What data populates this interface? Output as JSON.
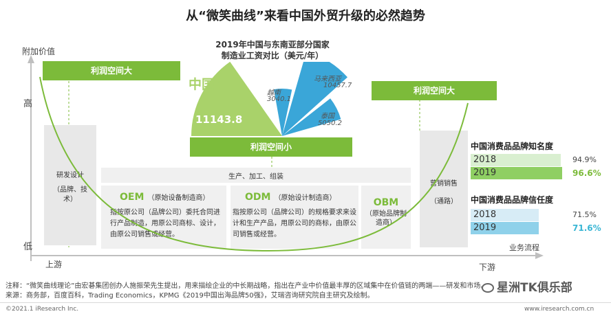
{
  "title": "从“微笑曲线”来看中国外贸升级的必然趋势",
  "axes": {
    "y_label": "附加价值",
    "high": "高",
    "low": "低",
    "upstream": "上游",
    "downstream": "下游",
    "flow": "业务流程"
  },
  "labels": {
    "profit_big_left": "利润空间大",
    "profit_big_right": "利润空间大",
    "profit_small": "利润空间小",
    "rd": "研发设计",
    "rd_sub": "（品牌、技术）",
    "marketing": "营销销售",
    "marketing_sub": "（通路）",
    "production": "生产、加工、组装"
  },
  "models": {
    "oem": {
      "name": "OEM",
      "full": "（原始设备制造商）",
      "desc": "指按原公司（品牌公司）委托合同进行产品制造，用原公司商标、设计，由原公司销售或经营。"
    },
    "odm": {
      "name": "ODM",
      "full": "（原始设计制造商）",
      "desc": "指按原公司（品牌公司）的规格要求来设计和生产产品，用原公司的商标，由原公司销售或经营。"
    },
    "obm": {
      "name": "OBM",
      "full": "（原始品牌制造商）"
    }
  },
  "wage_chart": {
    "title_line1": "2019年中国与东南亚部分国家",
    "title_line2": "制造业工资对比（美元/年）",
    "china_label": "中国：",
    "entries": [
      {
        "name": "中国",
        "value": 11143.8,
        "display": "11143.8",
        "color": "#a9d26a"
      },
      {
        "name": "越南",
        "value": 3040.1,
        "display": "3040.1",
        "color": "#3aa6d8"
      },
      {
        "name": "马来西亚",
        "value": 10457.7,
        "display": "10457.7",
        "color": "#3aa6d8"
      },
      {
        "name": "泰国",
        "value": 5050.2,
        "display": "5050.2",
        "color": "#3aa6d8"
      }
    ]
  },
  "awareness": {
    "title": "中国消费品品牌知名度",
    "rows": [
      {
        "year": "2018",
        "value": 94.9,
        "display": "94.9%",
        "color": "#d9efd0"
      },
      {
        "year": "2019",
        "value": 96.6,
        "display": "96.6%",
        "color": "#8fcf63"
      }
    ],
    "highlight_color": "#7cbb3a"
  },
  "trust": {
    "title": "中国消费品品牌信任度",
    "rows": [
      {
        "year": "2018",
        "value": 71.5,
        "display": "71.5%",
        "color": "#d7ecf6"
      },
      {
        "year": "2019",
        "value": 71.6,
        "display": "71.6%",
        "color": "#8fd1ea"
      }
    ],
    "highlight_color": "#3ab6d4"
  },
  "notes": {
    "line1": "注释：“微笑曲线理论”由宏碁集团创办人施振荣先生提出，用来描绘企业的中长期战略，指出在产业中价值最丰厚的区域集中在价值链的两端——研发和市场。",
    "line2": "来源：商务部，百度百科，Trading Economics，KPMG《2019中国出海品牌50强》，艾瑞咨询研究院自主研究及绘制。"
  },
  "footer": {
    "left": "©2021.1 iResearch Inc.",
    "right": "www.iresearch.com.cn",
    "watermark": "星洲TK俱乐部"
  },
  "colors": {
    "green": "#7cbb3a",
    "blue": "#3aa6d8",
    "gray": "#e8e8e8"
  }
}
